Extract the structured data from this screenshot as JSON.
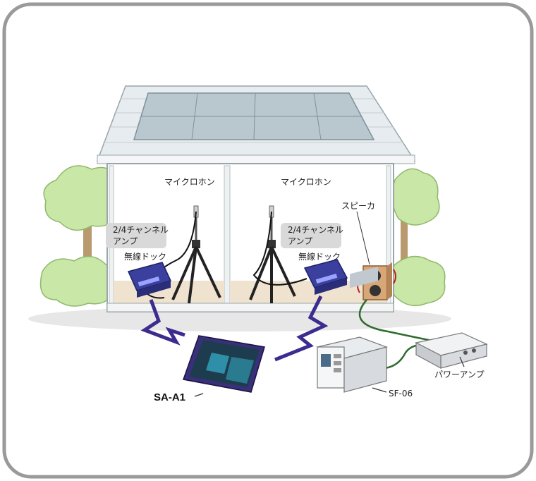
{
  "labels": {
    "mic_left": "マイクロホン",
    "mic_right": "マイクロホン",
    "amp_left_line1": "2/4チャンネル",
    "amp_left_line2": "アンプ",
    "amp_right_line1": "2/4チャンネル",
    "amp_right_line2": "アンプ",
    "dock_left": "無線ドック",
    "dock_right": "無線ドック",
    "speaker": "スピーカ",
    "tablet": "SA-A1",
    "generator": "SF-06",
    "power_amp": "パワーアンプ"
  },
  "colors": {
    "frame": "#9a9a9a",
    "roof": "#e6ecef",
    "solar_panel": "#b9c8cf",
    "floor": "#efe3cf",
    "tree": "#c9e7a6",
    "device_blue": "#3b3f9e",
    "wireless_bolt": "#3d2b8f",
    "cable_green": "#2f6b2f",
    "speaker_wood": "#d7a777",
    "label_bubble": "#d9d9d9"
  }
}
